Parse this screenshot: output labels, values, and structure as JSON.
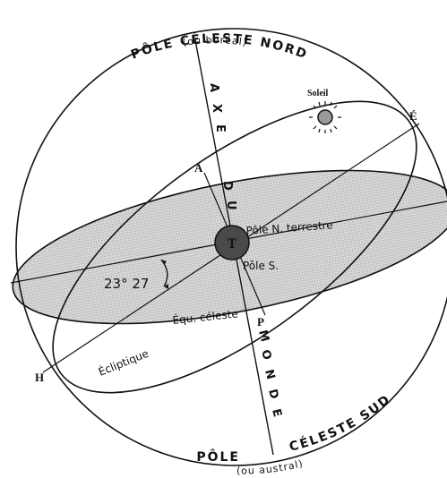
{
  "labels": {
    "north_pole": "PÔLE CÉLESTE NORD",
    "north_pole_sub": "(ou boréal)",
    "south_pole_word": "PÔLE",
    "south_pole_rest": "CÉLESTE SUD",
    "south_pole_sub": "(ou austral)",
    "axis_upper_letters": [
      "A",
      "X",
      "E"
    ],
    "axis_middle_letters": [
      "D",
      "U"
    ],
    "axis_lower_letters": [
      "M",
      "O",
      "N",
      "D",
      "E"
    ],
    "sun": "Soleil",
    "earth_symbol": "T",
    "earth_north": "Pôle N. terrestre",
    "earth_south": "Pôle S.",
    "angle": "23° 27",
    "celestial_equator": "Équ. céleste",
    "ecliptic": "Écliptique",
    "point_a": "A",
    "point_e": "É",
    "point_p": "P",
    "point_h": "H"
  },
  "colors": {
    "line": "#111111",
    "equator_fill": "#c8c8c8",
    "earth": "#4a4a4a",
    "sun": "#9a9a9a"
  }
}
